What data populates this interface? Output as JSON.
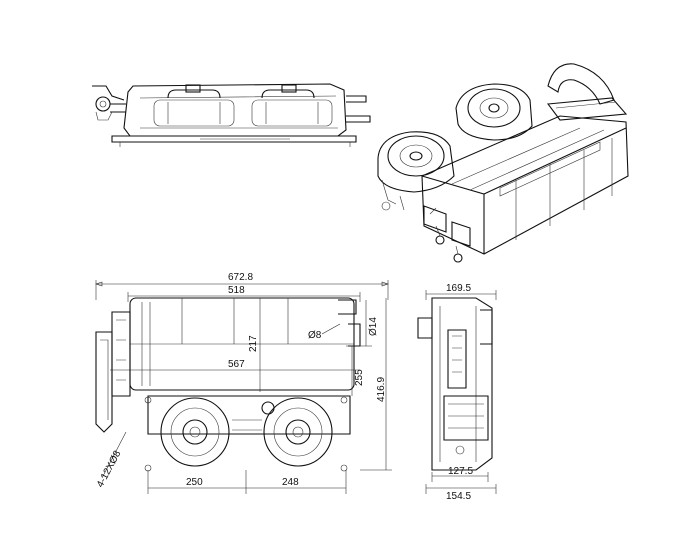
{
  "dimensions": {
    "total_length": "672.8",
    "body_length": "518",
    "inner_length": "567",
    "height_217": "217",
    "dia_8": "Ø8",
    "dia_14": "Ø14",
    "height_255": "255",
    "height_416": "416.9",
    "mount_holes": "4-12XØ8",
    "blower_left": "250",
    "blower_right": "248",
    "side_top": "169.5",
    "side_bottom_1": "127.5",
    "side_bottom_2": "154.5"
  }
}
